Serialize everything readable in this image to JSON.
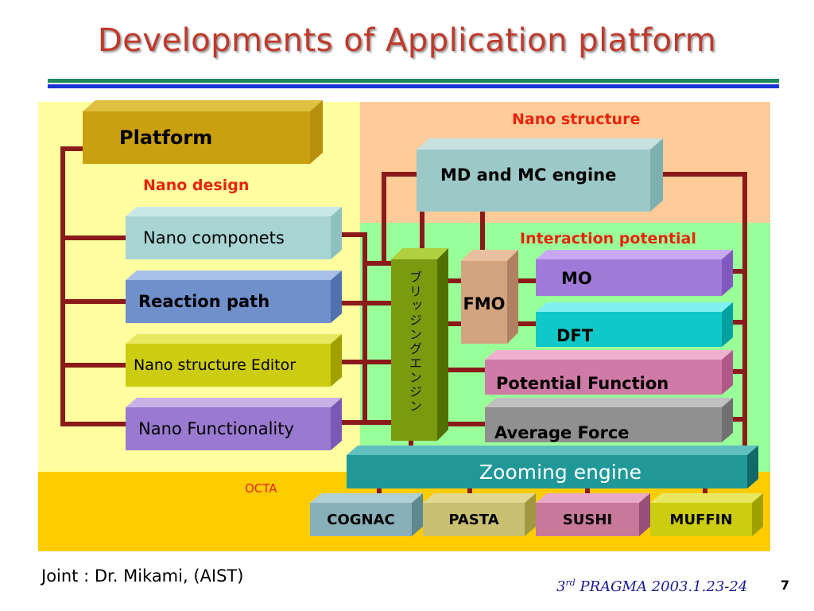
{
  "slide": {
    "title": "Developments of Application platform",
    "footer_credit": "Joint : Dr. Mikami, (AIST)",
    "footer_conf_super": "rd",
    "footer_conf_num": "3",
    "footer_conf_rest": " PRAGMA 2003.1.23-24",
    "page_number": "7"
  },
  "regions": {
    "nano_design": "Nano design",
    "nano_structure": "Nano structure",
    "interaction_potential": "Interaction potential",
    "octa": "OCTA"
  },
  "boxes": {
    "platform": "Platform",
    "md_mc": "MD and MC  engine",
    "nano_components": "Nano componets",
    "reaction_path": "Reaction path",
    "nano_structure_editor": "Nano structure Editor",
    "nano_functionality": "Nano Functionality",
    "bridging_engine": "ブリッジングエンジン",
    "fmo": "FMO",
    "mo": "MO",
    "dft": "DFT",
    "potential_function": "Potential Function",
    "average_force": "Average Force",
    "zooming_engine": "Zooming engine",
    "cognac": "COGNAC",
    "pasta": "PASTA",
    "sushi": "SUSHI",
    "muffin": "MUFFIN"
  },
  "colors": {
    "title": "#c0392b",
    "connector": "#8b1a1a",
    "label_red": "#e8240c"
  }
}
